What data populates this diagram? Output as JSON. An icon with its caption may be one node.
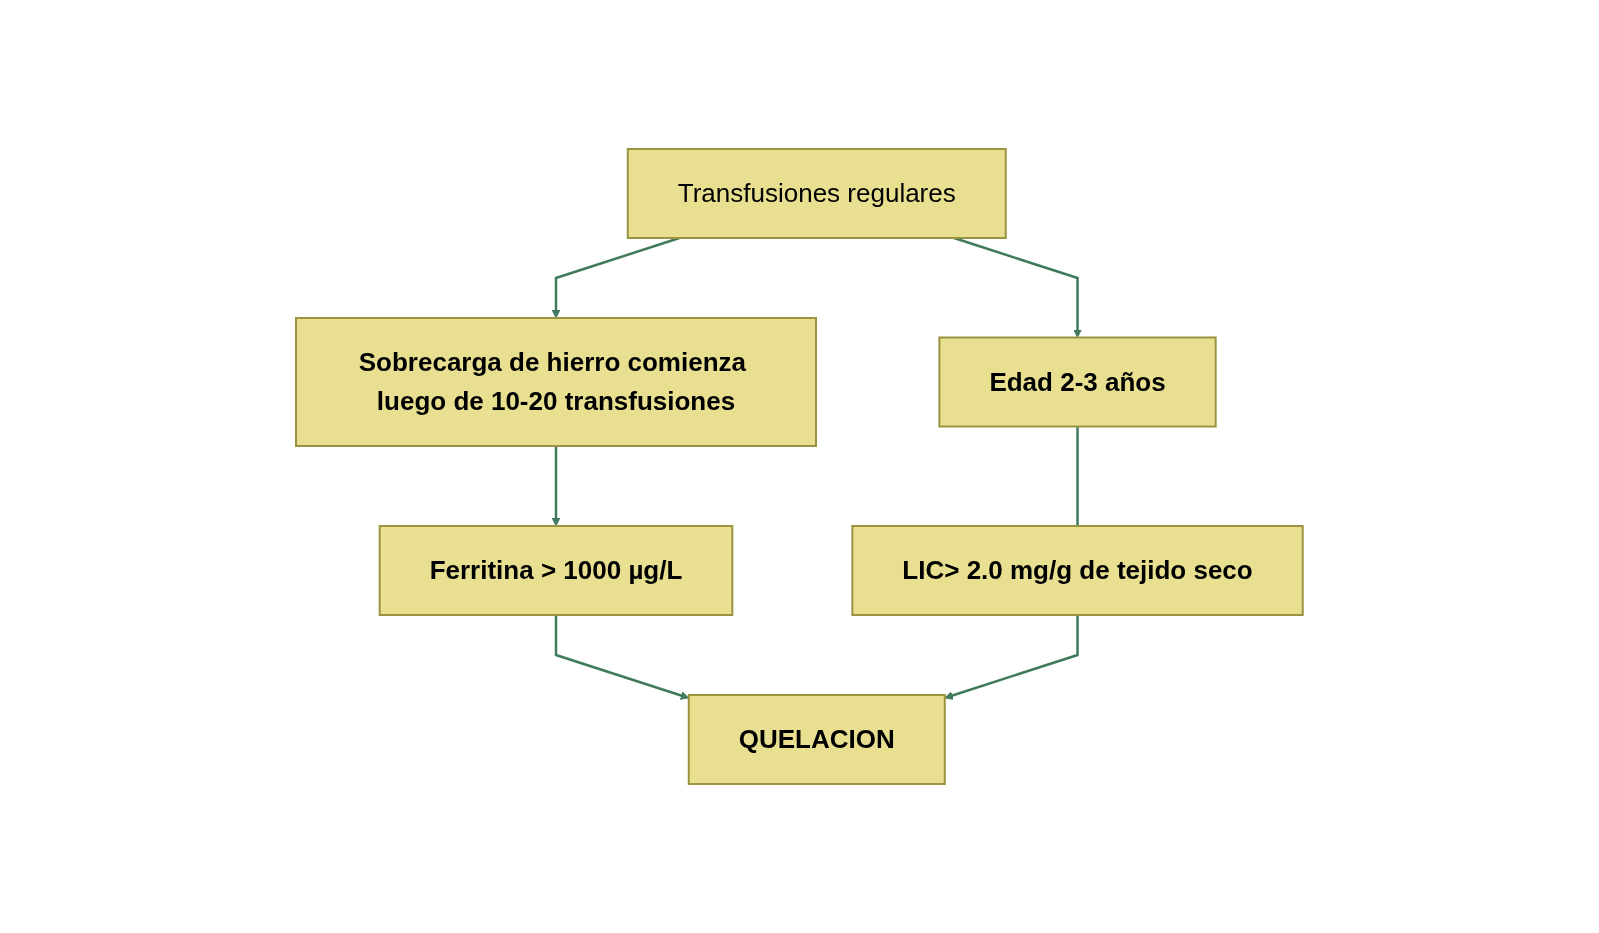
{
  "diagram": {
    "nodes": [
      {
        "text": [
          "Transfusiones regulares"
        ]
      },
      {
        "text": [
          "Sobrecarga de hierro comienza luego de 10-20 transfusiones"
        ]
      },
      {
        "text": [
          "Edad  2-3 años"
        ]
      },
      {
        "text": [
          "Ferritina > 1000 µg/L"
        ]
      },
      {
        "text": [
          "LIC> 2.0 mg/g de tejido seco"
        ]
      },
      {
        "text": [
          "QUELACION"
        ]
      }
    ],
    "edges": [
      {
        "from": 0,
        "to": 1,
        "arrow": "to"
      },
      {
        "from": 0,
        "to": 2,
        "arrow": "to"
      },
      {
        "from": 1,
        "to": 3,
        "arrow": "to"
      },
      {
        "from": 2,
        "to": 4,
        "arrow": "none"
      },
      {
        "from": 3,
        "to": 5,
        "arrow": "to"
      },
      {
        "from": 4,
        "to": 5,
        "arrow": "to"
      }
    ]
  }
}
